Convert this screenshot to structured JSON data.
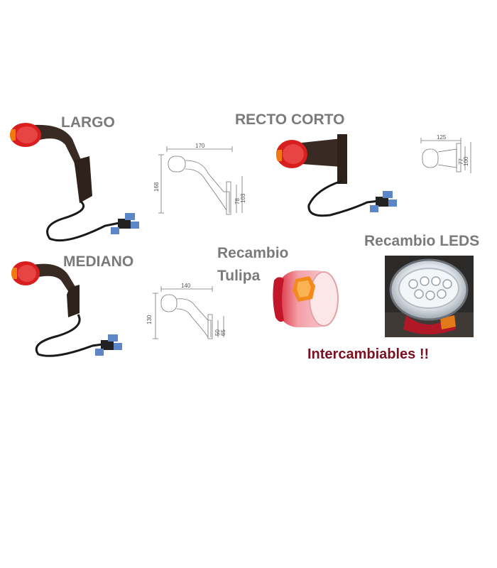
{
  "labels": {
    "largo": "LARGO",
    "recto_corto": "RECTO CORTO",
    "mediano": "MEDIANO",
    "recambio_tulipa_line1": "Recambio",
    "recambio_tulipa_line2": "Tulipa",
    "recambio_leds": "Recambio LEDS",
    "intercambiables": "Intercambiables !!"
  },
  "dimensions": {
    "largo": {
      "width": "170",
      "height": "168",
      "d1": "78",
      "d2": "103"
    },
    "recto_corto": {
      "width": "125",
      "d1": "77",
      "d2": "100"
    },
    "mediano": {
      "width": "140",
      "height": "130",
      "d1": "50",
      "d2": "65"
    }
  },
  "colors": {
    "label_gray": "#7a7a7a",
    "label_red": "#7a1020",
    "lens_red": "#d81e1e",
    "lens_amber": "#f07a10",
    "arm_dark": "#3a2a24"
  }
}
